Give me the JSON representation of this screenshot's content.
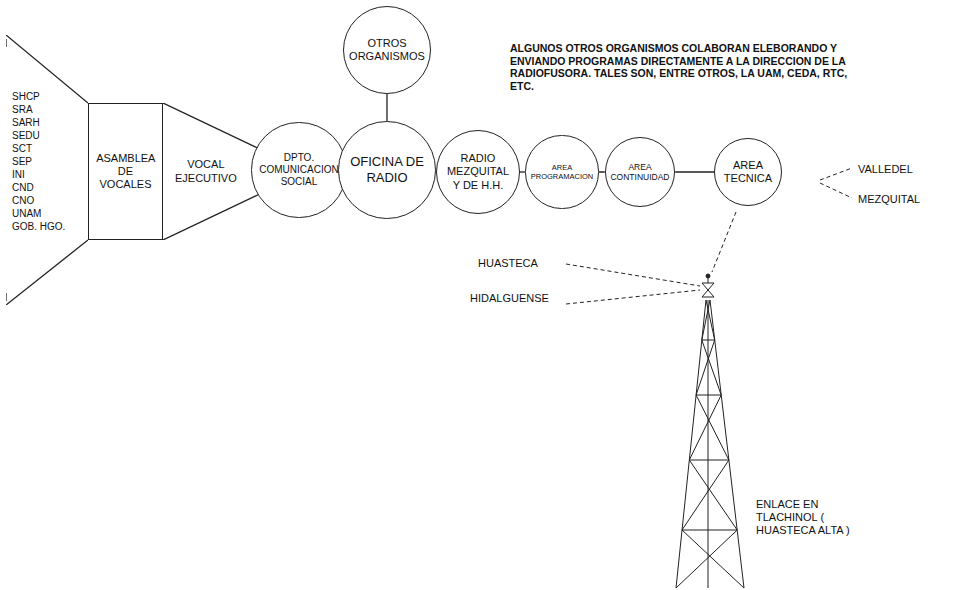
{
  "diagram": {
    "nodes": [
      {
        "text": [
          "SHCP",
          "SRA",
          "SARH",
          "SEDU",
          "SCT",
          "SEP",
          "INI",
          "CND",
          "CNO",
          "UNAM",
          "GOB. HGO."
        ]
      },
      {
        "text": [
          "ASAMBLEA DE VOCALES"
        ]
      },
      {
        "text": [
          "VOCAL EJECUTIVO"
        ]
      },
      {
        "text": [
          "DPTO. COMUNICACION SOCIAL"
        ]
      },
      {
        "text": [
          "OTROS ORGANISMOS"
        ]
      },
      {
        "text": [
          "OFICINA DE RADIO"
        ]
      },
      {
        "text": [
          "RADIO MEZQUITAL Y DE H.H."
        ]
      },
      {
        "text": [
          "AREA PROGRAMACION"
        ]
      },
      {
        "text": [
          "AREA CONTINUIDAD"
        ]
      },
      {
        "text": [
          "AREA TECNICA"
        ]
      }
    ],
    "edges": [
      {
        "from": 4,
        "to": 5,
        "arrow": "none"
      },
      {
        "from": 5,
        "to": 6,
        "arrow": "none"
      },
      {
        "from": 6,
        "to": 7,
        "arrow": "none"
      },
      {
        "from": 7,
        "to": 8,
        "arrow": "none"
      },
      {
        "from": 8,
        "to": 9,
        "arrow": "none"
      }
    ],
    "labels": [
      "ALGUNOS OTROS ORGANISMOS COLABORAN ELEBORANDO Y ENVIANDO PROGRAMAS DIRECTAMENTE A LA DIRECCION DE LA RADIOFUSORA. TALES SON, ENTRE OTROS, LA UAM, CEDA, RTC, ETC.",
      "VALLEDEL",
      "MEZQUITAL",
      "HUASTECA",
      "HIDALGUENSE",
      "ENLACE EN TLACHINOL ( HUASTECA ALTA )"
    ]
  }
}
